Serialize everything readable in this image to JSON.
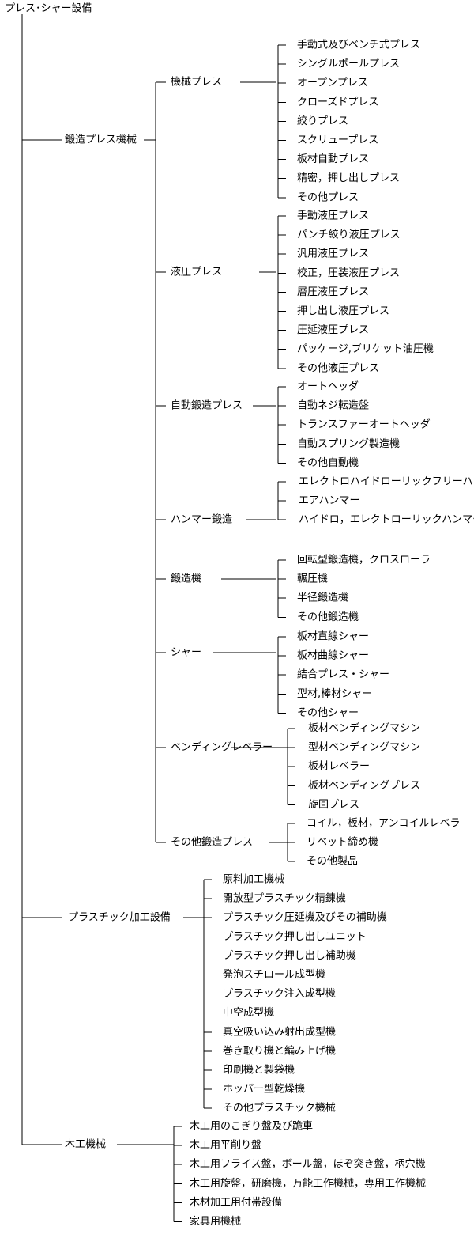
{
  "title": "プレス･シャー設備",
  "categories": [
    {
      "label": "鍛造プレス機械",
      "groups": [
        {
          "label": "機械プレス",
          "items": [
            "手動式及びベンチ式プレス",
            "シングルポールプレス",
            "オープンプレス",
            "クローズドプレス",
            "絞りプレス",
            "スクリュープレス",
            "板材自動プレス",
            "精密，押し出しプレス",
            "その他プレス"
          ]
        },
        {
          "label": "液圧プレス",
          "items": [
            "手動液圧プレス",
            "パンチ絞り液圧プレス",
            "汎用液圧プレス",
            "校正，圧装液圧プレス",
            "層圧液圧プレス",
            "押し出し液圧プレス",
            "圧延液圧プレス",
            "パッケージ,ブリケット油圧機",
            "その他液圧プレス"
          ]
        },
        {
          "label": "自動鍛造プレス",
          "items": [
            "オートヘッダ",
            "自動ネジ転造盤",
            "トランスファーオートヘッダ",
            "自動スプリング製造機",
            "その他自動機"
          ]
        },
        {
          "label": "ハンマー鍛造",
          "items": [
            "エレクトロハイドローリックフリーハンマ",
            "エアハンマー",
            "ハイドロ，エレクトローリックハンマー"
          ]
        },
        {
          "label": "鍛造機",
          "items": [
            "回転型鍛造機，クロスローラ",
            "輾圧機",
            "半径鍛造機",
            "その他鍛造機"
          ]
        },
        {
          "label": "シャー",
          "items": [
            "板材直線シャー",
            "板材曲線シャー",
            "結合プレス・シャー",
            "型材,棒材シャー",
            "その他シャー"
          ]
        },
        {
          "label": "ベンディングレベラー",
          "items": [
            "板材ベンディングマシン",
            "型材ベンディングマシン",
            "板材レベラー",
            "板材ベンディングプレス",
            "旋回プレス"
          ]
        },
        {
          "label": "その他鍛造プレス",
          "items": [
            "コイル，板材，アンコイルレベラ",
            "リベット締め機",
            "その他製品"
          ]
        }
      ]
    },
    {
      "label": "プラスチック加工設備",
      "items": [
        "原料加工機械",
        "開放型プラスチック精錬機",
        "プラスチック圧延機及びその補助機",
        "プラスチック押し出しユニット",
        "プラスチック押し出し補助機",
        "発泡スチロール成型機",
        "プラスチック注入成型機",
        "中空成型機",
        "真空吸い込み射出成型機",
        "巻き取り機と編み上げ機",
        "印刷機と製袋機",
        "ホッパー型乾燥機",
        "その他プラスチック機械"
      ]
    },
    {
      "label": "木工機械",
      "items": [
        "木工用のこぎり盤及び跪車",
        "木工用平削り盤",
        "木工用フライス盤，ボール盤，ほぞ突き盤，柄穴機",
        "木工用旋盤，研磨機，万能工作機械，専用工作機械",
        "木材加工用付帯設備",
        "家具用機械"
      ]
    }
  ]
}
